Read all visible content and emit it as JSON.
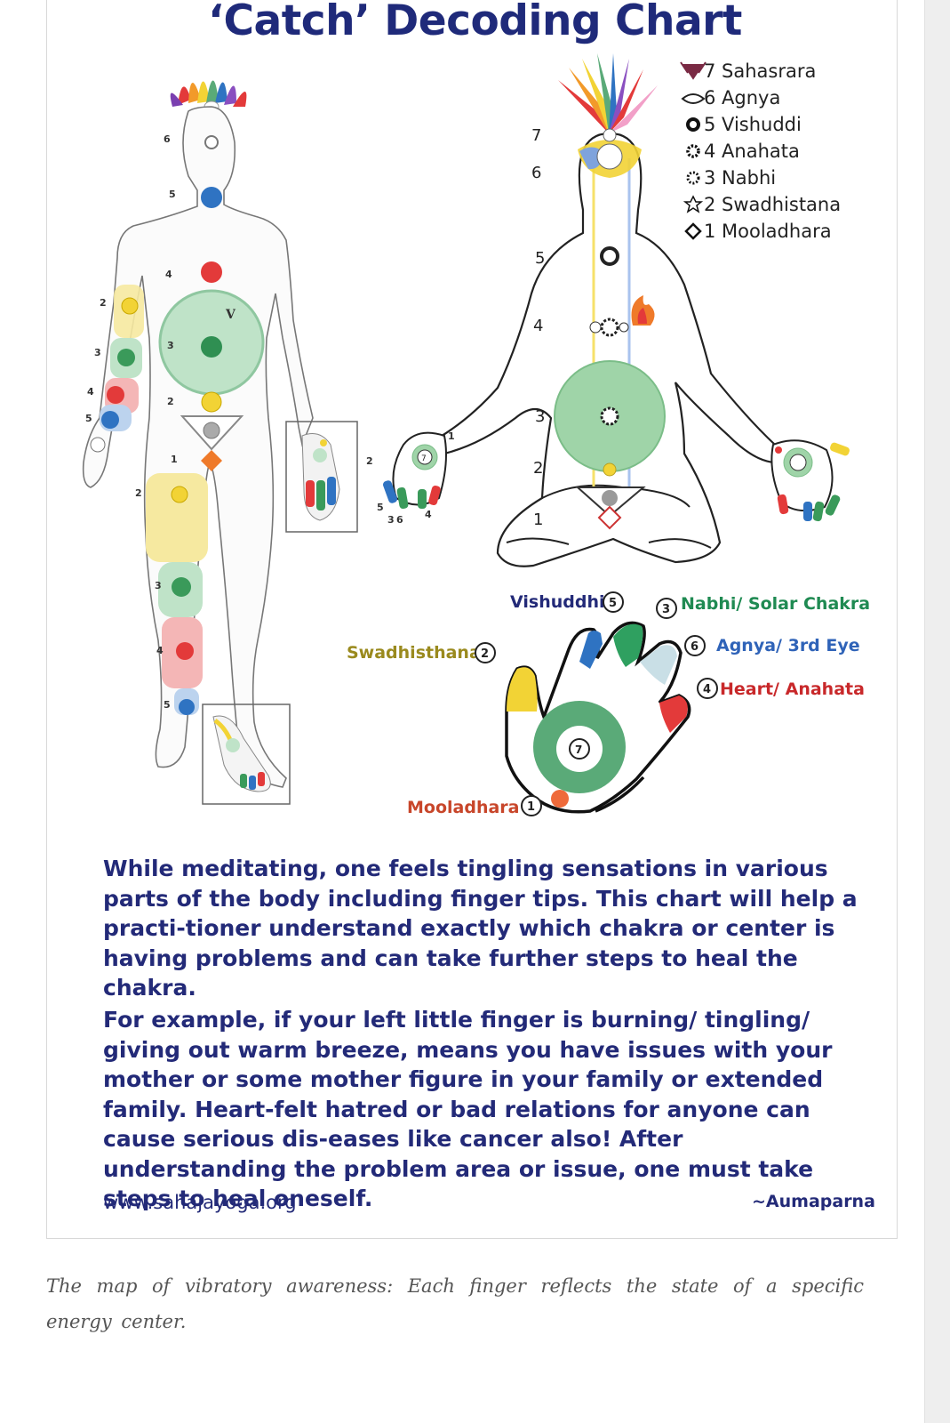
{
  "title": "‘Catch’ Decoding Chart",
  "legend": [
    "7 Sahasrara",
    "6 Agnya",
    "5 Vishuddi",
    "4 Anahata",
    "3 Nabhi",
    "2 Swadhistana",
    "1 Mooladhara"
  ],
  "figure_numbers": {
    "seven": "7",
    "six": "6",
    "five": "5",
    "four": "4",
    "three": "3",
    "two": "2",
    "one": "1"
  },
  "hand_labels": {
    "vishuddhi": "Vishuddhi",
    "nabhi": "Nabhi/ Solar Chakra",
    "agnya": "Agnya/ 3rd Eye",
    "heart": "Heart/ Anahata",
    "swadhisthana": "Swadhisthana",
    "mooladhara": "Mooladhara"
  },
  "badges": {
    "b1": "1",
    "b2": "2",
    "b3": "3",
    "b4": "4",
    "b5": "5",
    "b6": "6",
    "b7": "7"
  },
  "body_marks": {
    "v": "V"
  },
  "paragraph1": "While meditating, one feels tingling sensations in various parts of the body including finger tips. This chart will help a practi-tioner understand exactly which chakra or center is having problems and can take further steps to heal the chakra.",
  "paragraph2": "For example, if your left little finger is burning/ tingling/ giving out warm breeze, means you have issues with your mother or some mother figure in your family or extended family. Heart-felt hatred or bad relations for anyone can cause serious dis-eases like cancer also! After understanding the problem area or issue, one must take steps to heal oneself.",
  "website": "www.sahajayoga.org",
  "author": "~Aumaparna",
  "caption": "The map of vibratory awareness: Each finger reflects the state of a specific energy center.",
  "colors": {
    "title": "#1f2a7a",
    "green_chakra": "#5aaa78",
    "red_chakra": "#e33a3a",
    "blue_chakra": "#2f73c2",
    "yellow_chakra": "#f2d335",
    "orange_chakra": "#ef7a2a",
    "text_blue": "#232a78"
  }
}
